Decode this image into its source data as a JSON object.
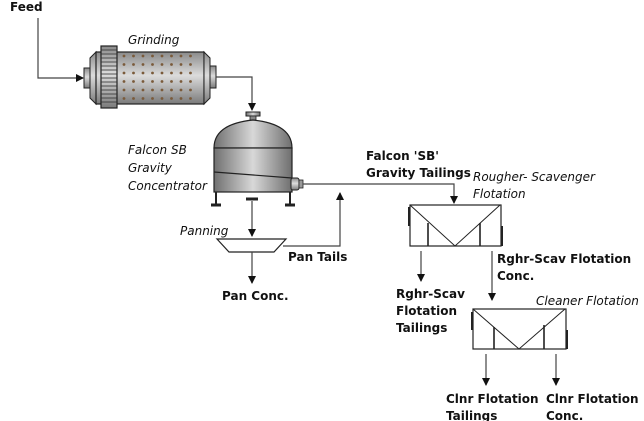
{
  "diagram": {
    "title": "Gravity and flotation flowsheet",
    "labels": {
      "feed": "Feed",
      "grinding": "Grinding",
      "concentrator": [
        "Falcon SB",
        "Gravity",
        "Concentrator"
      ],
      "panning": "Panning",
      "pan_tails": "Pan Tails",
      "pan_conc": "Pan Conc.",
      "falcon_tailings": [
        "Falcon 'SB'",
        "Gravity Tailings"
      ],
      "rougher": [
        "Rougher- Scavenger",
        "Flotation"
      ],
      "rghr_conc": [
        "Rghr-Scav Flotation",
        "Conc."
      ],
      "rghr_tails": [
        "Rghr-Scav",
        "Flotation",
        "Tailings"
      ],
      "cleaner": "Cleaner Flotation",
      "clnr_tails": [
        "Clnr Flotation",
        "Tailings"
      ],
      "clnr_conc": [
        "Clnr Flotation",
        "Conc."
      ]
    },
    "colors": {
      "line": "#333333",
      "equipment_fill": "#b9b9b9",
      "equipment_dark": "#7a7a7a"
    }
  }
}
